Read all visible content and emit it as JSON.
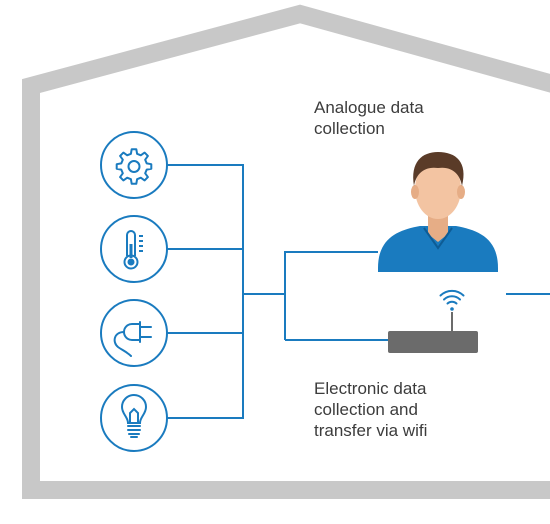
{
  "diagram": {
    "analogue_label": [
      "Analogue data",
      "collection"
    ],
    "electronic_label": [
      "Electronic data",
      "collection and",
      "transfer via wifi"
    ],
    "inputs": [
      {
        "icon": "gear-icon"
      },
      {
        "icon": "thermometer-icon"
      },
      {
        "icon": "plug-icon"
      },
      {
        "icon": "lightbulb-icon"
      }
    ],
    "nodes": [
      {
        "icon": "person-icon"
      },
      {
        "icon": "wifi-router-icon"
      }
    ],
    "colors": {
      "house_outline": "#c8c8c8",
      "line_blue": "#1a7bbf",
      "person_shirt": "#1a7bbf",
      "person_skin": "#f3c4a2",
      "person_hair": "#5a3b28",
      "router": "#6b6b6b",
      "text": "#3c3c3c"
    }
  }
}
